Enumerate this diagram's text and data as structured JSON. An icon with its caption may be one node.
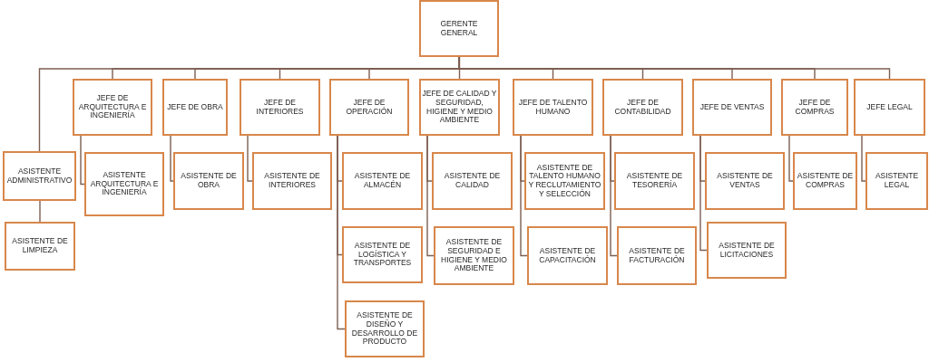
{
  "diagram": {
    "nodes": [
      {
        "text": [
          "GERENTE GENERAL"
        ]
      },
      {
        "text": [
          "ASISTENTE ADMINISTRATIVO"
        ]
      },
      {
        "text": [
          "ASISTENTE DE LIMPIEZA"
        ]
      },
      {
        "text": [
          "JEFE DE ARQUITECTURA E INGENIERÍA"
        ]
      },
      {
        "text": [
          "ASISTENTE ARQUITECTURA E INGENIERÍA"
        ]
      },
      {
        "text": [
          "JEFE DE OBRA"
        ]
      },
      {
        "text": [
          "ASISTENTE DE OBRA"
        ]
      },
      {
        "text": [
          "JEFE DE INTERIORES"
        ]
      },
      {
        "text": [
          "ASISTENTE DE INTERIORES"
        ]
      },
      {
        "text": [
          "JEFE DE OPERACIÓN"
        ]
      },
      {
        "text": [
          "ASISTENTE DE ALMACÉN"
        ]
      },
      {
        "text": [
          "ASISTENTE DE LOGÍSTICA Y TRANSPORTES"
        ]
      },
      {
        "text": [
          "ASISTENTE DE DISEÑO Y DESARROLLO DE PRODUCTO"
        ]
      },
      {
        "text": [
          "JEFE DE CALIDAD Y SEGURIDAD, HIGIENE Y MEDIO AMBIENTE"
        ]
      },
      {
        "text": [
          "ASISTENTE DE CALIDAD"
        ]
      },
      {
        "text": [
          "ASISTENTE DE SEGURIDAD E HIGIENE Y MEDIO AMBIENTE"
        ]
      },
      {
        "text": [
          "JEFE DE TALENTO HUMANO"
        ]
      },
      {
        "text": [
          "ASISTENTE DE TALENTO HUMANO Y RECLUTAMIENTO Y SELECCIÓN"
        ]
      },
      {
        "text": [
          "ASISTENTE DE CAPACITACIÓN"
        ]
      },
      {
        "text": [
          "JEFE DE CONTABILIDAD"
        ]
      },
      {
        "text": [
          "ASISTENTE DE TESORERÍA"
        ]
      },
      {
        "text": [
          "ASISTENTE DE FACTURACIÓN"
        ]
      },
      {
        "text": [
          "JEFE DE VENTAS"
        ]
      },
      {
        "text": [
          "ASISTENTE DE VENTAS"
        ]
      },
      {
        "text": [
          "ASISTENTE DE LICITACIONES"
        ]
      },
      {
        "text": [
          "JEFE DE COMPRAS"
        ]
      },
      {
        "text": [
          "ASISTENTE DE COMPRAS"
        ]
      },
      {
        "text": [
          "JEFE LEGAL"
        ]
      },
      {
        "text": [
          "ASISTENTE LEGAL"
        ]
      }
    ],
    "edges": [
      {
        "from": 0,
        "to": 1,
        "arrow": "none"
      },
      {
        "from": 1,
        "to": 2,
        "arrow": "none"
      },
      {
        "from": 0,
        "to": 3,
        "arrow": "none"
      },
      {
        "from": 3,
        "to": 4,
        "arrow": "none"
      },
      {
        "from": 0,
        "to": 5,
        "arrow": "none"
      },
      {
        "from": 5,
        "to": 6,
        "arrow": "none"
      },
      {
        "from": 0,
        "to": 7,
        "arrow": "none"
      },
      {
        "from": 7,
        "to": 8,
        "arrow": "none"
      },
      {
        "from": 0,
        "to": 9,
        "arrow": "none"
      },
      {
        "from": 9,
        "to": 10,
        "arrow": "none"
      },
      {
        "from": 9,
        "to": 11,
        "arrow": "none"
      },
      {
        "from": 9,
        "to": 12,
        "arrow": "none"
      },
      {
        "from": 0,
        "to": 13,
        "arrow": "none"
      },
      {
        "from": 13,
        "to": 14,
        "arrow": "none"
      },
      {
        "from": 13,
        "to": 15,
        "arrow": "none"
      },
      {
        "from": 0,
        "to": 16,
        "arrow": "none"
      },
      {
        "from": 16,
        "to": 17,
        "arrow": "none"
      },
      {
        "from": 16,
        "to": 18,
        "arrow": "none"
      },
      {
        "from": 0,
        "to": 19,
        "arrow": "none"
      },
      {
        "from": 19,
        "to": 20,
        "arrow": "none"
      },
      {
        "from": 19,
        "to": 21,
        "arrow": "none"
      },
      {
        "from": 0,
        "to": 22,
        "arrow": "none"
      },
      {
        "from": 22,
        "to": 23,
        "arrow": "none"
      },
      {
        "from": 22,
        "to": 24,
        "arrow": "none"
      },
      {
        "from": 0,
        "to": 25,
        "arrow": "none"
      },
      {
        "from": 25,
        "to": 26,
        "arrow": "none"
      },
      {
        "from": 0,
        "to": 27,
        "arrow": "none"
      },
      {
        "from": 27,
        "to": 28,
        "arrow": "none"
      }
    ]
  }
}
